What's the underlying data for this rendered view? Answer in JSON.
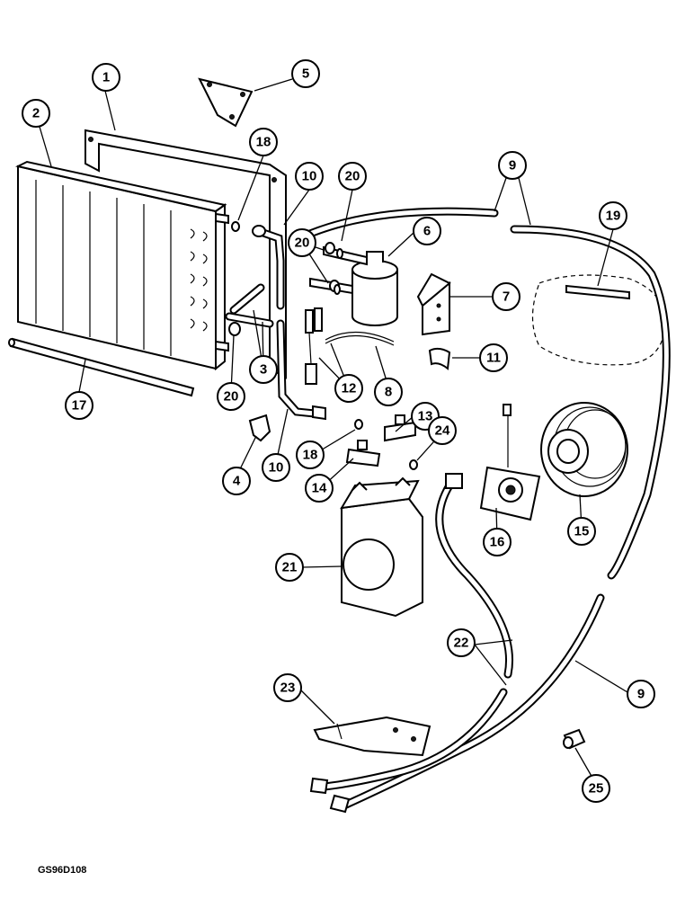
{
  "drawing_code": "GS96D108",
  "callouts": {
    "c1": "1",
    "c2": "2",
    "c3": "3",
    "c4": "4",
    "c5": "5",
    "c6": "6",
    "c7": "7",
    "c8": "8",
    "c9a": "9",
    "c9b": "9",
    "c10a": "10",
    "c10b": "10",
    "c11": "11",
    "c12": "12",
    "c13": "13",
    "c14": "14",
    "c15": "15",
    "c16": "16",
    "c17": "17",
    "c18a": "18",
    "c18b": "18",
    "c19": "19",
    "c20a": "20",
    "c20b": "20",
    "c20c": "20",
    "c21": "21",
    "c22": "22",
    "c23": "23",
    "c24": "24",
    "c25": "25"
  }
}
